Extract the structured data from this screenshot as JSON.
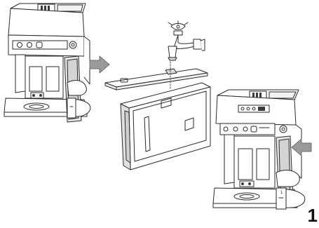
{
  "figure": {
    "step_number": "1",
    "hand_label": "1",
    "illustrations": [
      "coffee-machine-removing-water-tank",
      "water-tank-filling-at-tap",
      "coffee-machine-inserting-water-tank"
    ],
    "icons": [
      "water-tap-icon",
      "arrow-remove-icon",
      "arrow-insert-icon"
    ],
    "colors": {
      "line": "#2a2a2a",
      "arrow": "#9a9a9a",
      "arrow_stroke": "#6e6e6e",
      "shade": "#d9d9d9",
      "dark": "#3a3a3a"
    }
  }
}
